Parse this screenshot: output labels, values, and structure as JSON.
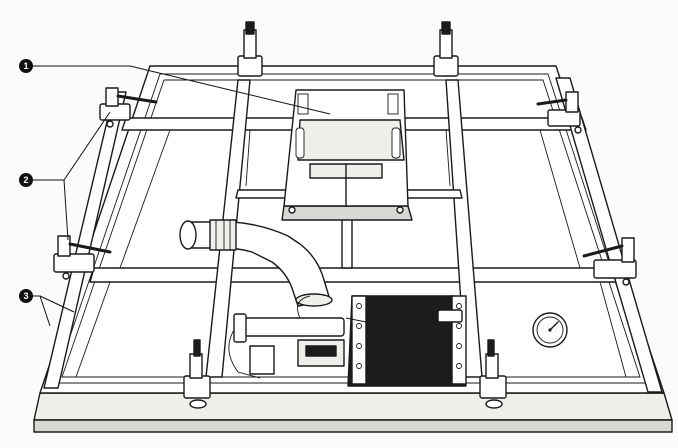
{
  "callouts": [
    {
      "number": "1",
      "part": "upper-plate"
    },
    {
      "number": "2",
      "part": "toggle-clamps"
    },
    {
      "number": "3",
      "part": "frame-rails"
    }
  ],
  "colors": {
    "ink": "#1a1a1a",
    "paper": "#fbfbf9",
    "filter_panel": "#1c1c1c"
  },
  "icons": [
    "gauge-icon",
    "toggle-clamp-icon"
  ]
}
